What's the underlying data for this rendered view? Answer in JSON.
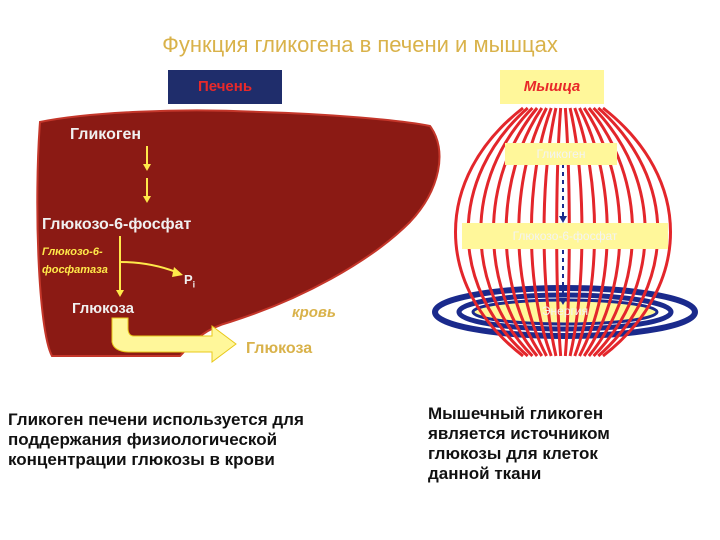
{
  "title": "Функция гликогена в печени и мышцах",
  "liver": {
    "badge": "Печень",
    "glycogen": "Гликоген",
    "g6p": "Глюкозо-6-фосфат",
    "enzyme_line1": "Глюкозо-6-",
    "enzyme_line2": "фосфатаза",
    "pi": "P",
    "pi_sub": "i",
    "glucose": "Глюкоза",
    "blood": "кровь",
    "blood_glucose": "Глюкоза"
  },
  "muscle": {
    "badge": "Мышца",
    "glycogen": "Гликоген",
    "g6p": "Глюкозо-6-фосфат",
    "energy": "Энергия"
  },
  "captions": {
    "liver_l1": "Гликоген печени используется для",
    "liver_l2": "поддержания физиологической",
    "liver_l3": "концентрации глюкозы в крови",
    "muscle_l1": "Мышечный гликоген",
    "muscle_l2": "является источником",
    "muscle_l3": "глюкозы для клеток",
    "muscle_l4": "данной ткани"
  },
  "colors": {
    "liver_fill": "#8b1a14",
    "title": "#d9b24a",
    "badge_liver_bg": "#1f2d6b",
    "badge_text": "#e8292a",
    "muscle_fiber": "#e3262b",
    "yellow": "#fff79a",
    "ring_blue": "#1a2a8c"
  }
}
